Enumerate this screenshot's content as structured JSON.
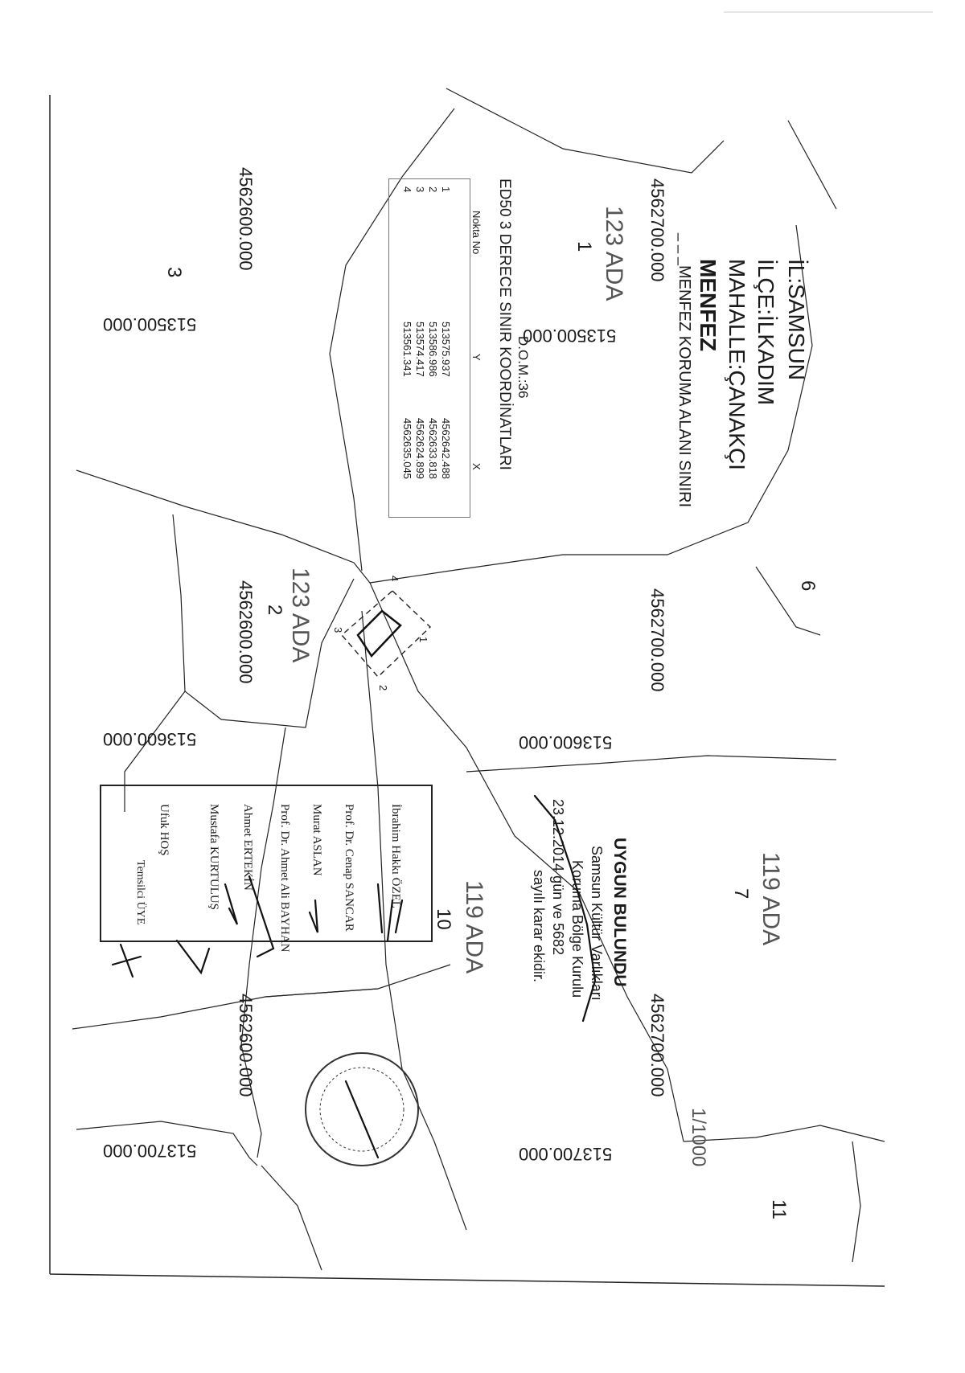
{
  "header": {
    "il": "İL:SAMSUN",
    "ilce": "İLÇE:İLKADIM",
    "mahalle": "MAHALLE:ÇANAKÇI",
    "menfez": "MENFEZ",
    "legend": "MENFEZ KORUMA ALANI SINIRI",
    "legend_symbol": "_ _ _"
  },
  "coordinates_block": {
    "title": "ED50 3 DERECE SINIR KOORDİNATLARI",
    "dom": "D.O.M.:36",
    "headers": [
      "Nokta No",
      "Y",
      "X"
    ],
    "rows": [
      [
        "1",
        "513575.937",
        "4562642.488"
      ],
      [
        "2",
        "513586.986",
        "4562633.818"
      ],
      [
        "3",
        "513574.417",
        "4562624.899"
      ],
      [
        "4",
        "513561.341",
        "4562635.045"
      ]
    ]
  },
  "grid_labels": {
    "north_top_a": "4562700.000",
    "north_top_b": "4562700.000",
    "north_top_c": "4562700.000",
    "north_bottom_a": "4562600.000",
    "north_bottom_b": "4562600.000",
    "north_bottom_c": "4562600.000",
    "east_513500_a": "513500.000",
    "east_513500_b": "513500.000",
    "east_513600_a": "513600.000",
    "east_513600_b": "513600.000",
    "east_513700_a": "513700.000",
    "east_513700_b": "513700.000"
  },
  "parcels": {
    "p123_1_ada": "123 ADA",
    "p123_1_no": "1",
    "p123_2_ada": "123 ADA",
    "p123_2_no": "2",
    "p119_10_ada": "119 ADA",
    "p119_10_no": "10",
    "p119_7_ada": "119 ADA",
    "p119_7_no": "7",
    "p3": "3",
    "p6": "6",
    "p11": "11"
  },
  "points": {
    "pt1": "1",
    "pt2": "2",
    "pt3": "3",
    "pt4": "4"
  },
  "approval": {
    "title": "UYGUN BULUNDU",
    "line1": "Samsun Kültür Varlıkları",
    "line2": "Koruma Bölge Kurulu",
    "line3": "23.12.2014 gün ve 5682",
    "line4": "sayılı karar ekidir."
  },
  "scale": "1/1000",
  "members": [
    "İbrahim Hakkı ÖZEL",
    "Prof. Dr. Cenap SANCAR",
    "Murat ASLAN",
    "Prof. Dr. Ahmet Ali BAYHAN",
    "Ahmet ERTEKİN",
    "Mustafa KURTULUŞ",
    "Ufuk HOŞ"
  ],
  "member_role": "Temsilci ÜYE",
  "colors": {
    "ink": "#1a1a1a",
    "paper": "#ffffff",
    "grid": "#555555"
  }
}
